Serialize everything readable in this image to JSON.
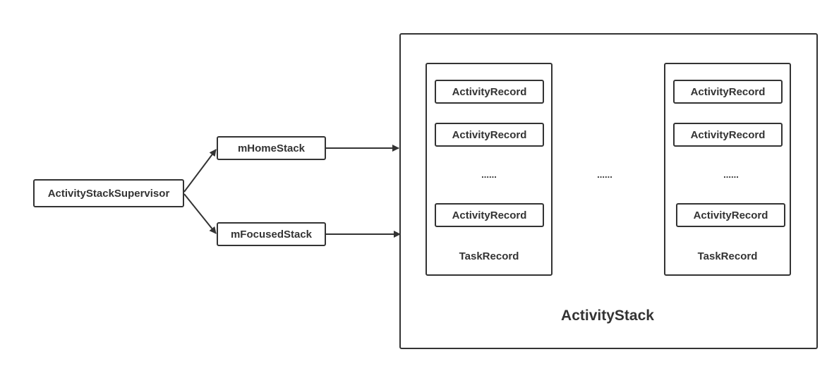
{
  "supervisor": {
    "label": "ActivityStackSupervisor"
  },
  "home_stack": {
    "label": "mHomeStack"
  },
  "focused_stack": {
    "label": "mFocusedStack"
  },
  "activity_stack": {
    "label": "ActivityStack",
    "ellipsis": "......"
  },
  "task_records": [
    {
      "label": "TaskRecord",
      "activity_records": [
        "ActivityRecord",
        "ActivityRecord",
        "ActivityRecord"
      ],
      "ellipsis": "......"
    },
    {
      "label": "TaskRecord",
      "activity_records": [
        "ActivityRecord",
        "ActivityRecord",
        "ActivityRecord"
      ],
      "ellipsis": "......"
    }
  ],
  "colors": {
    "stroke": "#333333",
    "background": "#ffffff"
  }
}
